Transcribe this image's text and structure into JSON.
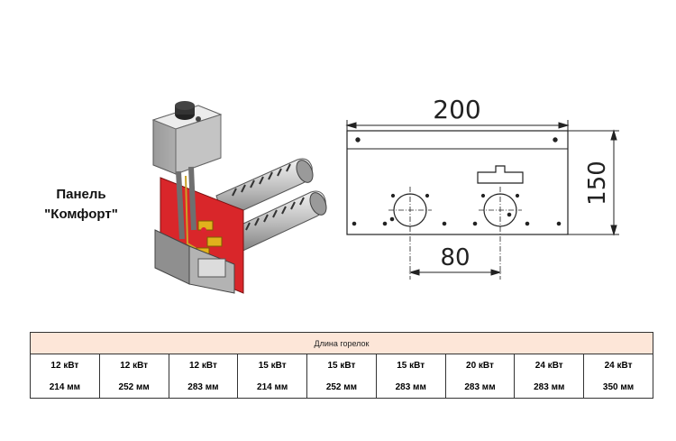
{
  "panel": {
    "line1": "Панель",
    "line2": "\"Комфорт\""
  },
  "drawing": {
    "width_label": "200",
    "height_label": "150",
    "spacing_label": "80"
  },
  "table": {
    "header": "Длина горелок",
    "power": [
      "12 кВт",
      "12 кВт",
      "12 кВт",
      "15 кВт",
      "15 кВт",
      "15 кВт",
      "20 кВт",
      "24 кВт",
      "24 кВт"
    ],
    "length": [
      "214 мм",
      "252 мм",
      "283 мм",
      "214 мм",
      "252 мм",
      "283 мм",
      "283 мм",
      "283 мм",
      "350 мм"
    ]
  },
  "colors": {
    "table_header_bg": "#fde6d8",
    "panel_red": "#d9262a"
  }
}
